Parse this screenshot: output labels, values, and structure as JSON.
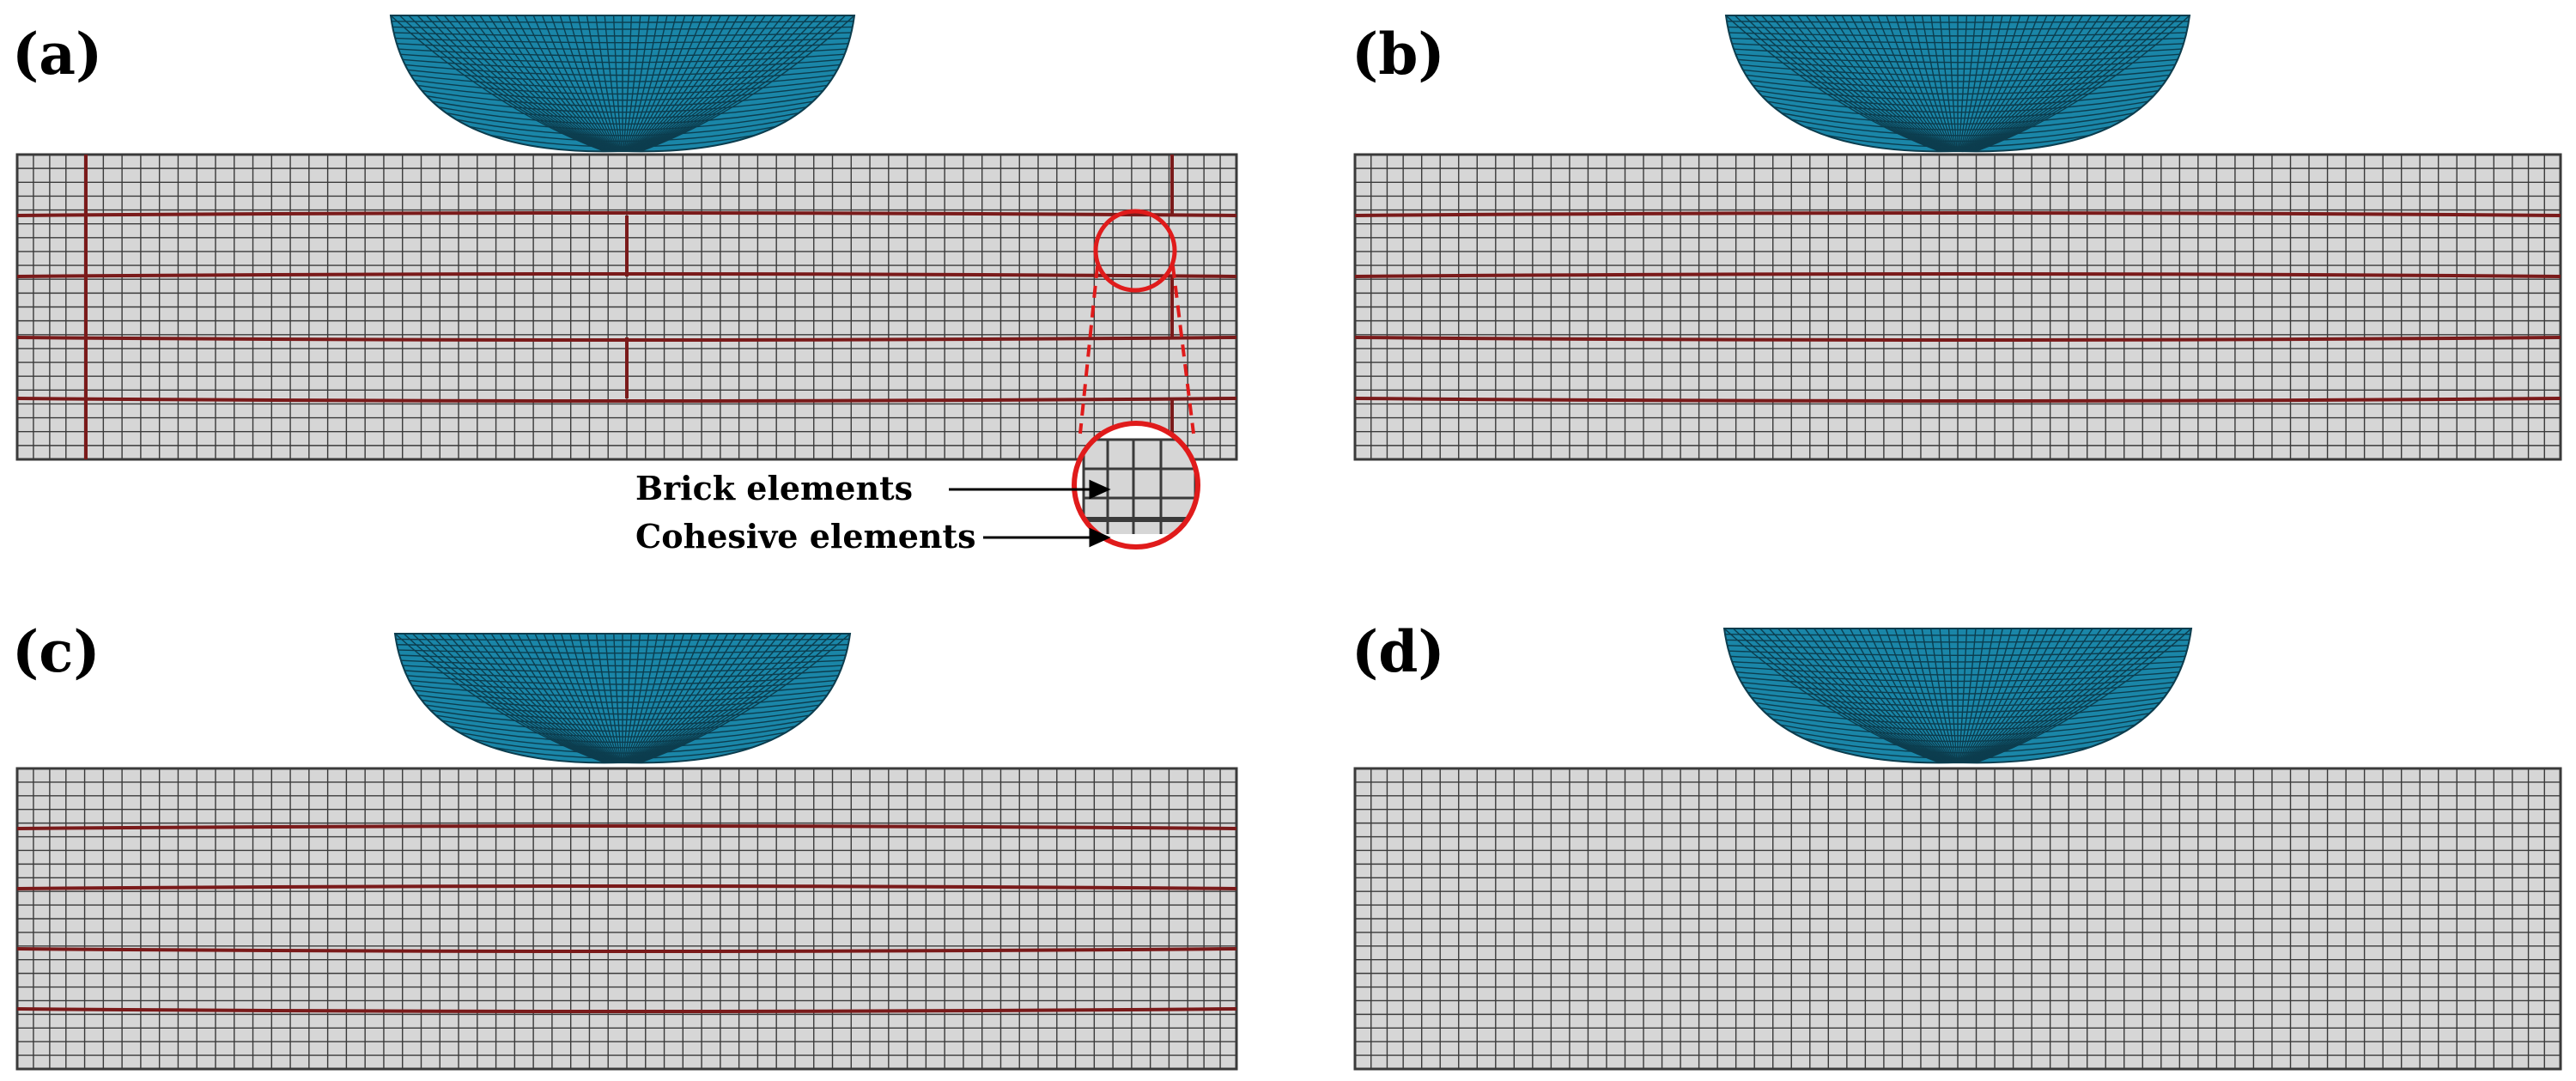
{
  "figure": {
    "panels": [
      {
        "id": "a",
        "label": "(a)",
        "cohesive_layers": 4,
        "vertical_cohesive_cuts": true,
        "zoom_callout": true
      },
      {
        "id": "b",
        "label": "(b)",
        "cohesive_layers": 4,
        "vertical_cohesive_cuts": false,
        "zoom_callout": false
      },
      {
        "id": "c",
        "label": "(c)",
        "cohesive_layers": 4,
        "vertical_cohesive_cuts": false,
        "zoom_callout": false
      },
      {
        "id": "d",
        "label": "(d)",
        "cohesive_layers": 0,
        "vertical_cohesive_cuts": false,
        "zoom_callout": false
      }
    ],
    "annotations": {
      "brick": "Brick elements",
      "cohesive": "Cohesive elements"
    },
    "colors": {
      "impactor": "#1a86a8",
      "mesh_fill": "#d6d6d6",
      "mesh_line": "#3a3a3a",
      "cohesive": "#7a1a1a",
      "callout": "#e01b1b"
    }
  }
}
